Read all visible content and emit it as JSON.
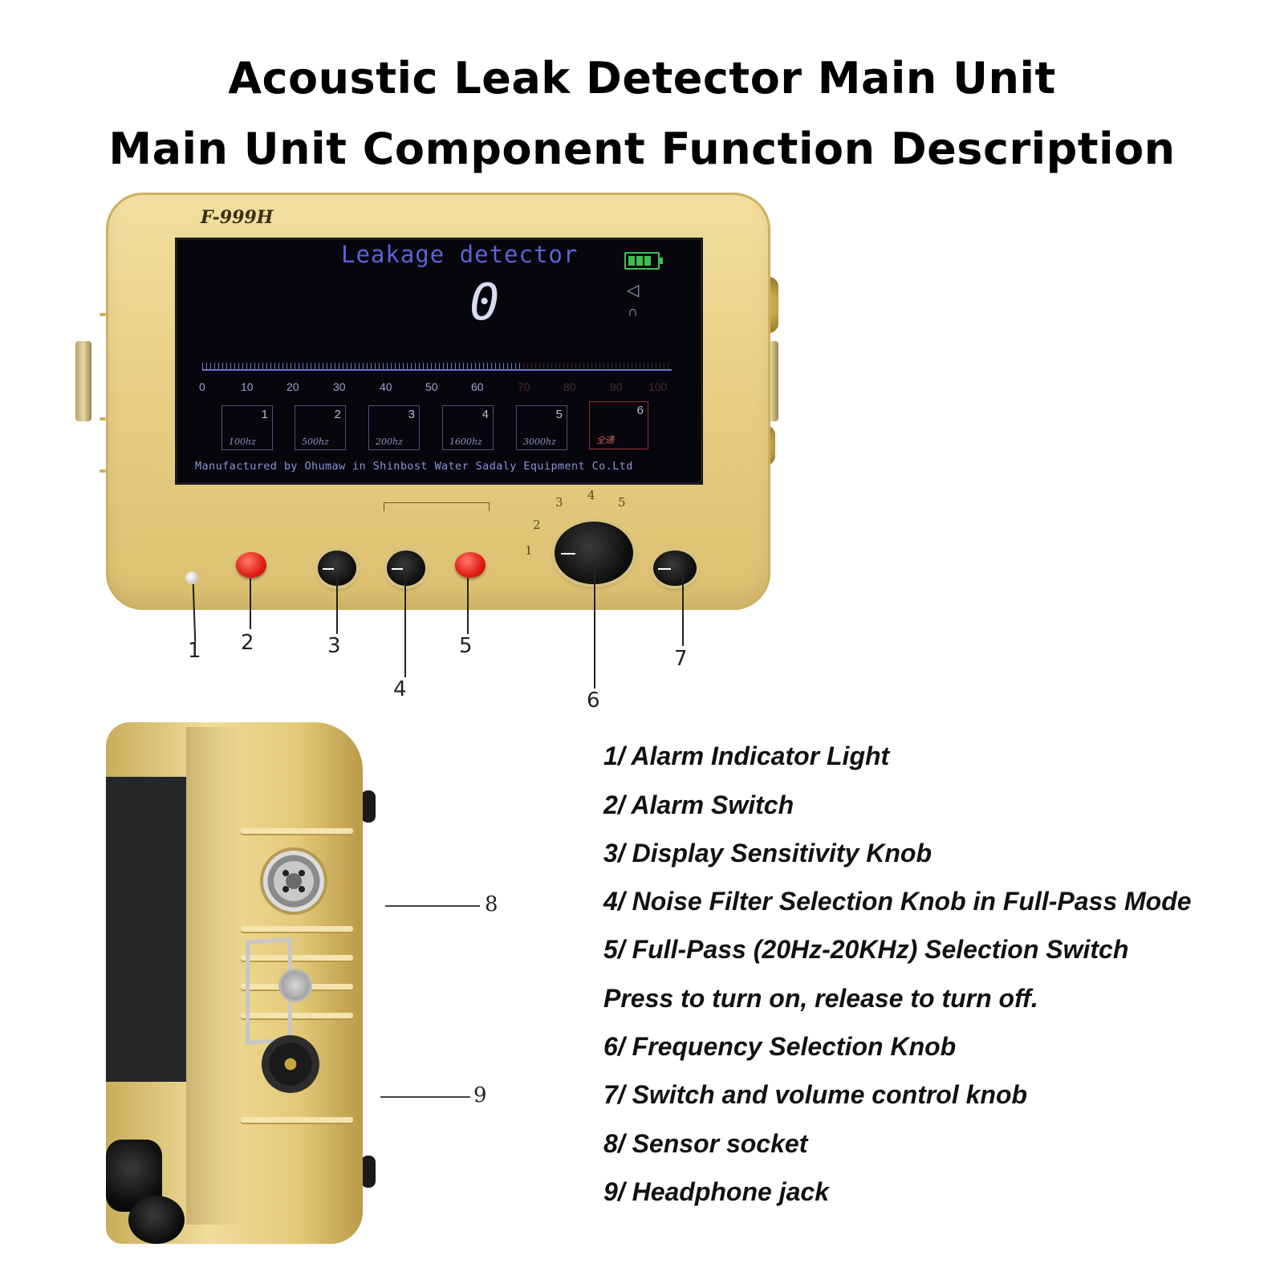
{
  "header": {
    "title_line1": "Acoustic Leak Detector Main Unit",
    "title_line2": "Main Unit Component Function Description"
  },
  "device": {
    "model": "F-999H",
    "screen_title": "Leakage detector",
    "reading": "0",
    "scale_numbers": [
      "0",
      "10",
      "20",
      "30",
      "40",
      "50",
      "60",
      "70",
      "80",
      "90",
      "100"
    ],
    "filter_boxes": [
      {
        "num": "1",
        "freq": "100hz"
      },
      {
        "num": "2",
        "freq": "500hz"
      },
      {
        "num": "3",
        "freq": "200hz"
      },
      {
        "num": "4",
        "freq": "1600hz"
      },
      {
        "num": "5",
        "freq": "3000hz"
      },
      {
        "num": "6",
        "freq": "全通"
      }
    ],
    "manufacturer_line": "Manufactured by Ohumaw in Shinbost Water Sadaly Equipment Co.Ltd",
    "dial_numbers": [
      "1",
      "2",
      "3",
      "4",
      "5"
    ],
    "colors": {
      "body": "#e8cf85",
      "screen": "#06060c",
      "screen_text": "#5a62d8",
      "button_red": "#e11c14"
    }
  },
  "callouts": [
    "1",
    "2",
    "3",
    "4",
    "5",
    "6",
    "7",
    "8",
    "9"
  ],
  "descriptions": [
    "1/ Alarm Indicator Light",
    "2/ Alarm Switch",
    "3/ Display Sensitivity Knob",
    "4/ Noise Filter Selection Knob in Full-Pass Mode",
    "5/ Full-Pass (20Hz-20KHz) Selection Switch",
    "Press to turn on, release to turn off.",
    "6/ Frequency Selection Knob",
    "7/ Switch and volume control knob",
    "8/ Sensor socket",
    "9/ Headphone jack"
  ]
}
